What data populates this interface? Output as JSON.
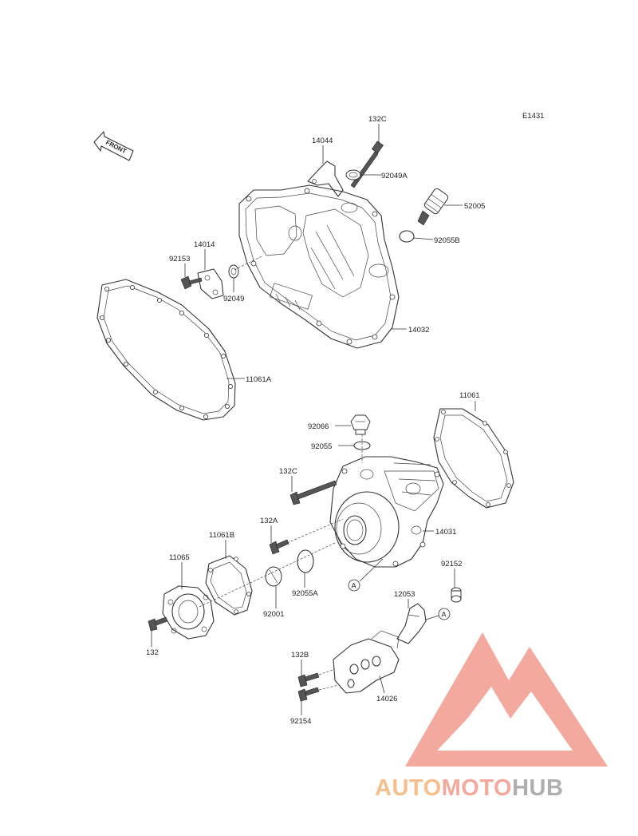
{
  "diagram_code": "E1431",
  "front_label": "FRONT",
  "ref_marker": "A",
  "parts": [
    {
      "id": "132C-top",
      "label": "132C"
    },
    {
      "id": "14044",
      "label": "14044"
    },
    {
      "id": "92049A",
      "label": "92049A"
    },
    {
      "id": "52005",
      "label": "52005"
    },
    {
      "id": "92055B",
      "label": "92055B"
    },
    {
      "id": "14014",
      "label": "14014"
    },
    {
      "id": "92153",
      "label": "92153"
    },
    {
      "id": "92049",
      "label": "92049"
    },
    {
      "id": "14032",
      "label": "14032"
    },
    {
      "id": "11061A",
      "label": "11061A"
    },
    {
      "id": "11061",
      "label": "11061"
    },
    {
      "id": "92066",
      "label": "92066"
    },
    {
      "id": "92055",
      "label": "92055"
    },
    {
      "id": "132C-mid",
      "label": "132C"
    },
    {
      "id": "132A",
      "label": "132A"
    },
    {
      "id": "14031",
      "label": "14031"
    },
    {
      "id": "11061B",
      "label": "11061B"
    },
    {
      "id": "11065",
      "label": "11065"
    },
    {
      "id": "92055A",
      "label": "92055A"
    },
    {
      "id": "92001",
      "label": "92001"
    },
    {
      "id": "132",
      "label": "132"
    },
    {
      "id": "92152",
      "label": "92152"
    },
    {
      "id": "12053",
      "label": "12053"
    },
    {
      "id": "132B",
      "label": "132B"
    },
    {
      "id": "14026",
      "label": "14026"
    },
    {
      "id": "92154",
      "label": "92154"
    }
  ],
  "watermark": {
    "word_part1": "AUTO",
    "word_part2": "MOTO",
    "word_part3": "HUB",
    "colors": {
      "primary": "#f4a59a",
      "secondary": "#f6bc86",
      "dark": "#aaaaaa"
    }
  }
}
